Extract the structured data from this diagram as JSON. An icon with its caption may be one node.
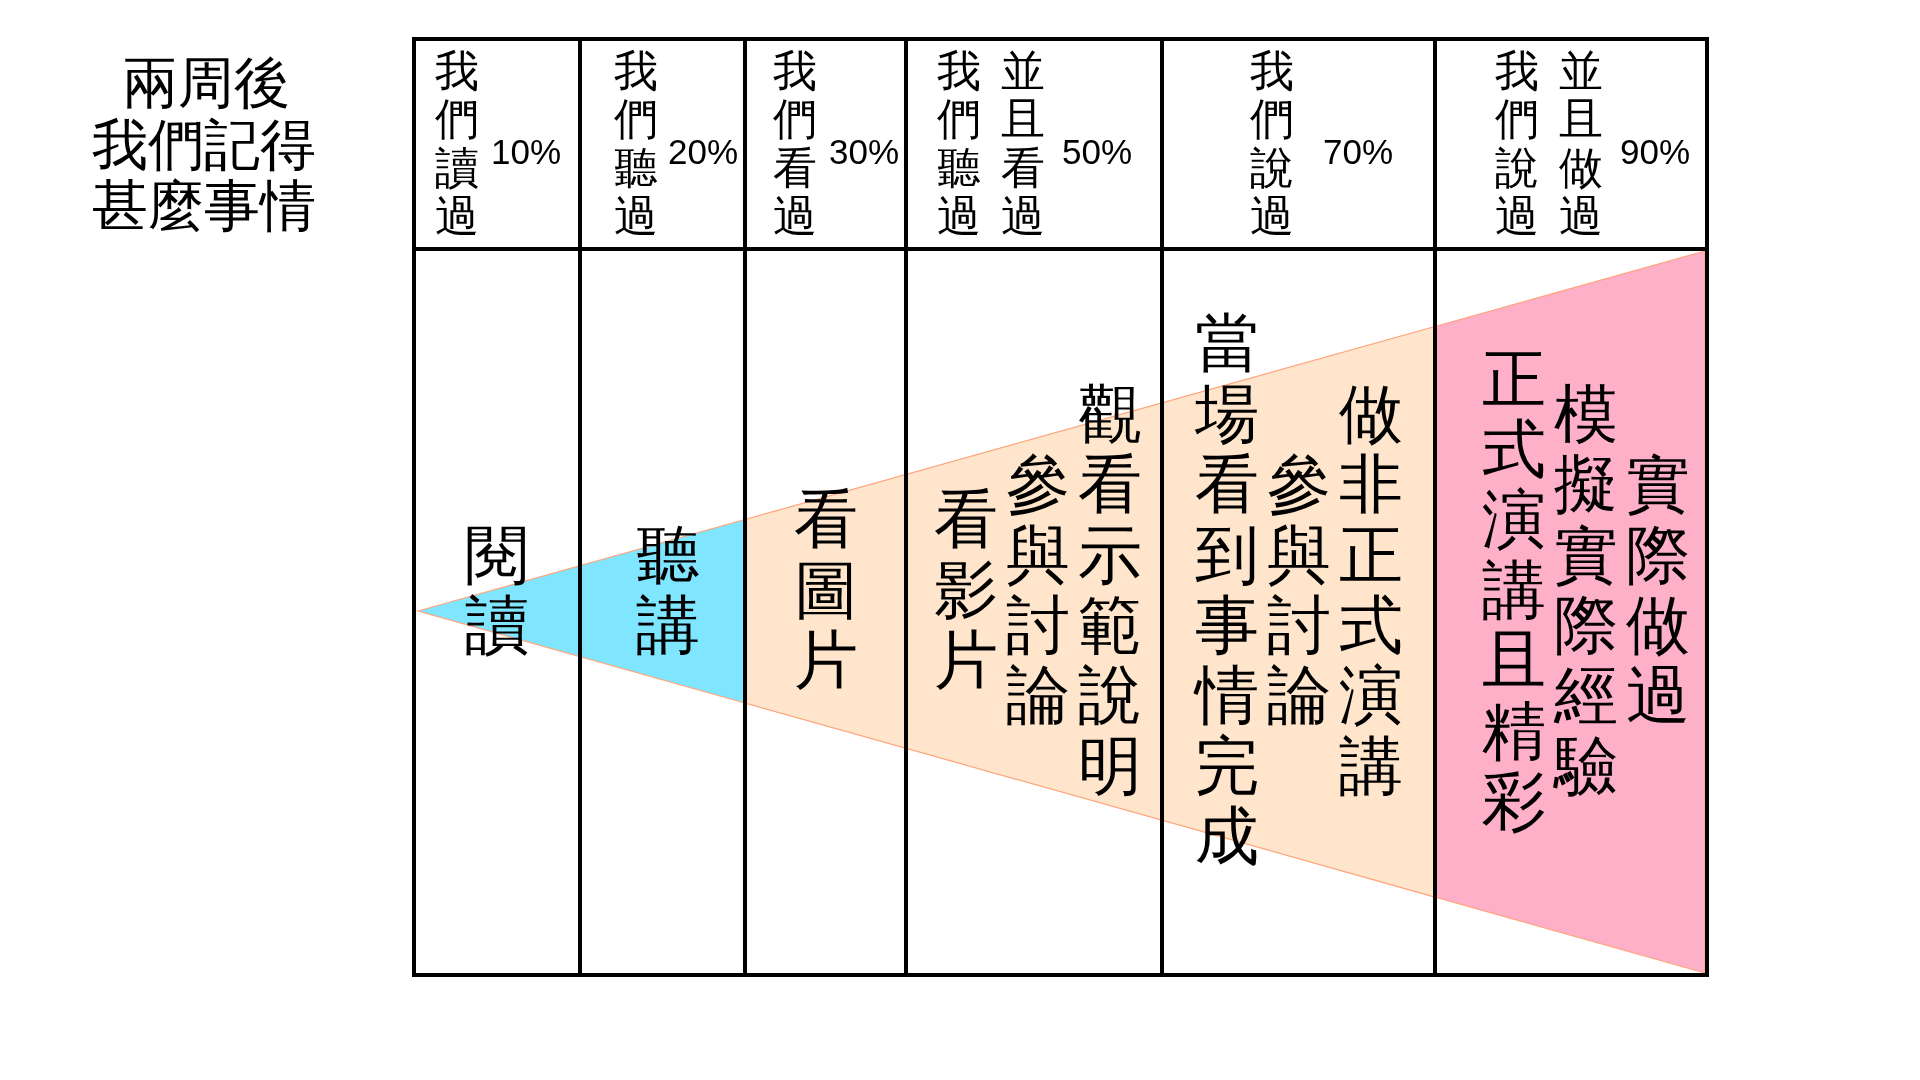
{
  "diagram": {
    "title": "兩周後我們記得甚麼事情",
    "nodes": [
      {
        "text": [
          "我們讀過",
          "10%"
        ]
      },
      {
        "text": [
          "我們聽過",
          "20%"
        ]
      },
      {
        "text": [
          "我們看過",
          "30%"
        ]
      },
      {
        "text": [
          "我們聽過並且看過",
          "50%"
        ]
      },
      {
        "text": [
          "我們說過",
          "70%"
        ]
      },
      {
        "text": [
          "我們說過並且做過",
          "90%"
        ]
      },
      {
        "text": [
          "閱讀"
        ]
      },
      {
        "text": [
          "聽講"
        ]
      },
      {
        "text": [
          "看圖片"
        ]
      },
      {
        "text": [
          "看影片",
          "參與討論",
          "觀看示範說明"
        ]
      },
      {
        "text": [
          "當場看到事情完成",
          "參與討論",
          "做非正式演講"
        ]
      },
      {
        "text": [
          "正式演講且精彩",
          "模擬實際經驗",
          "實際做過"
        ]
      }
    ]
  }
}
